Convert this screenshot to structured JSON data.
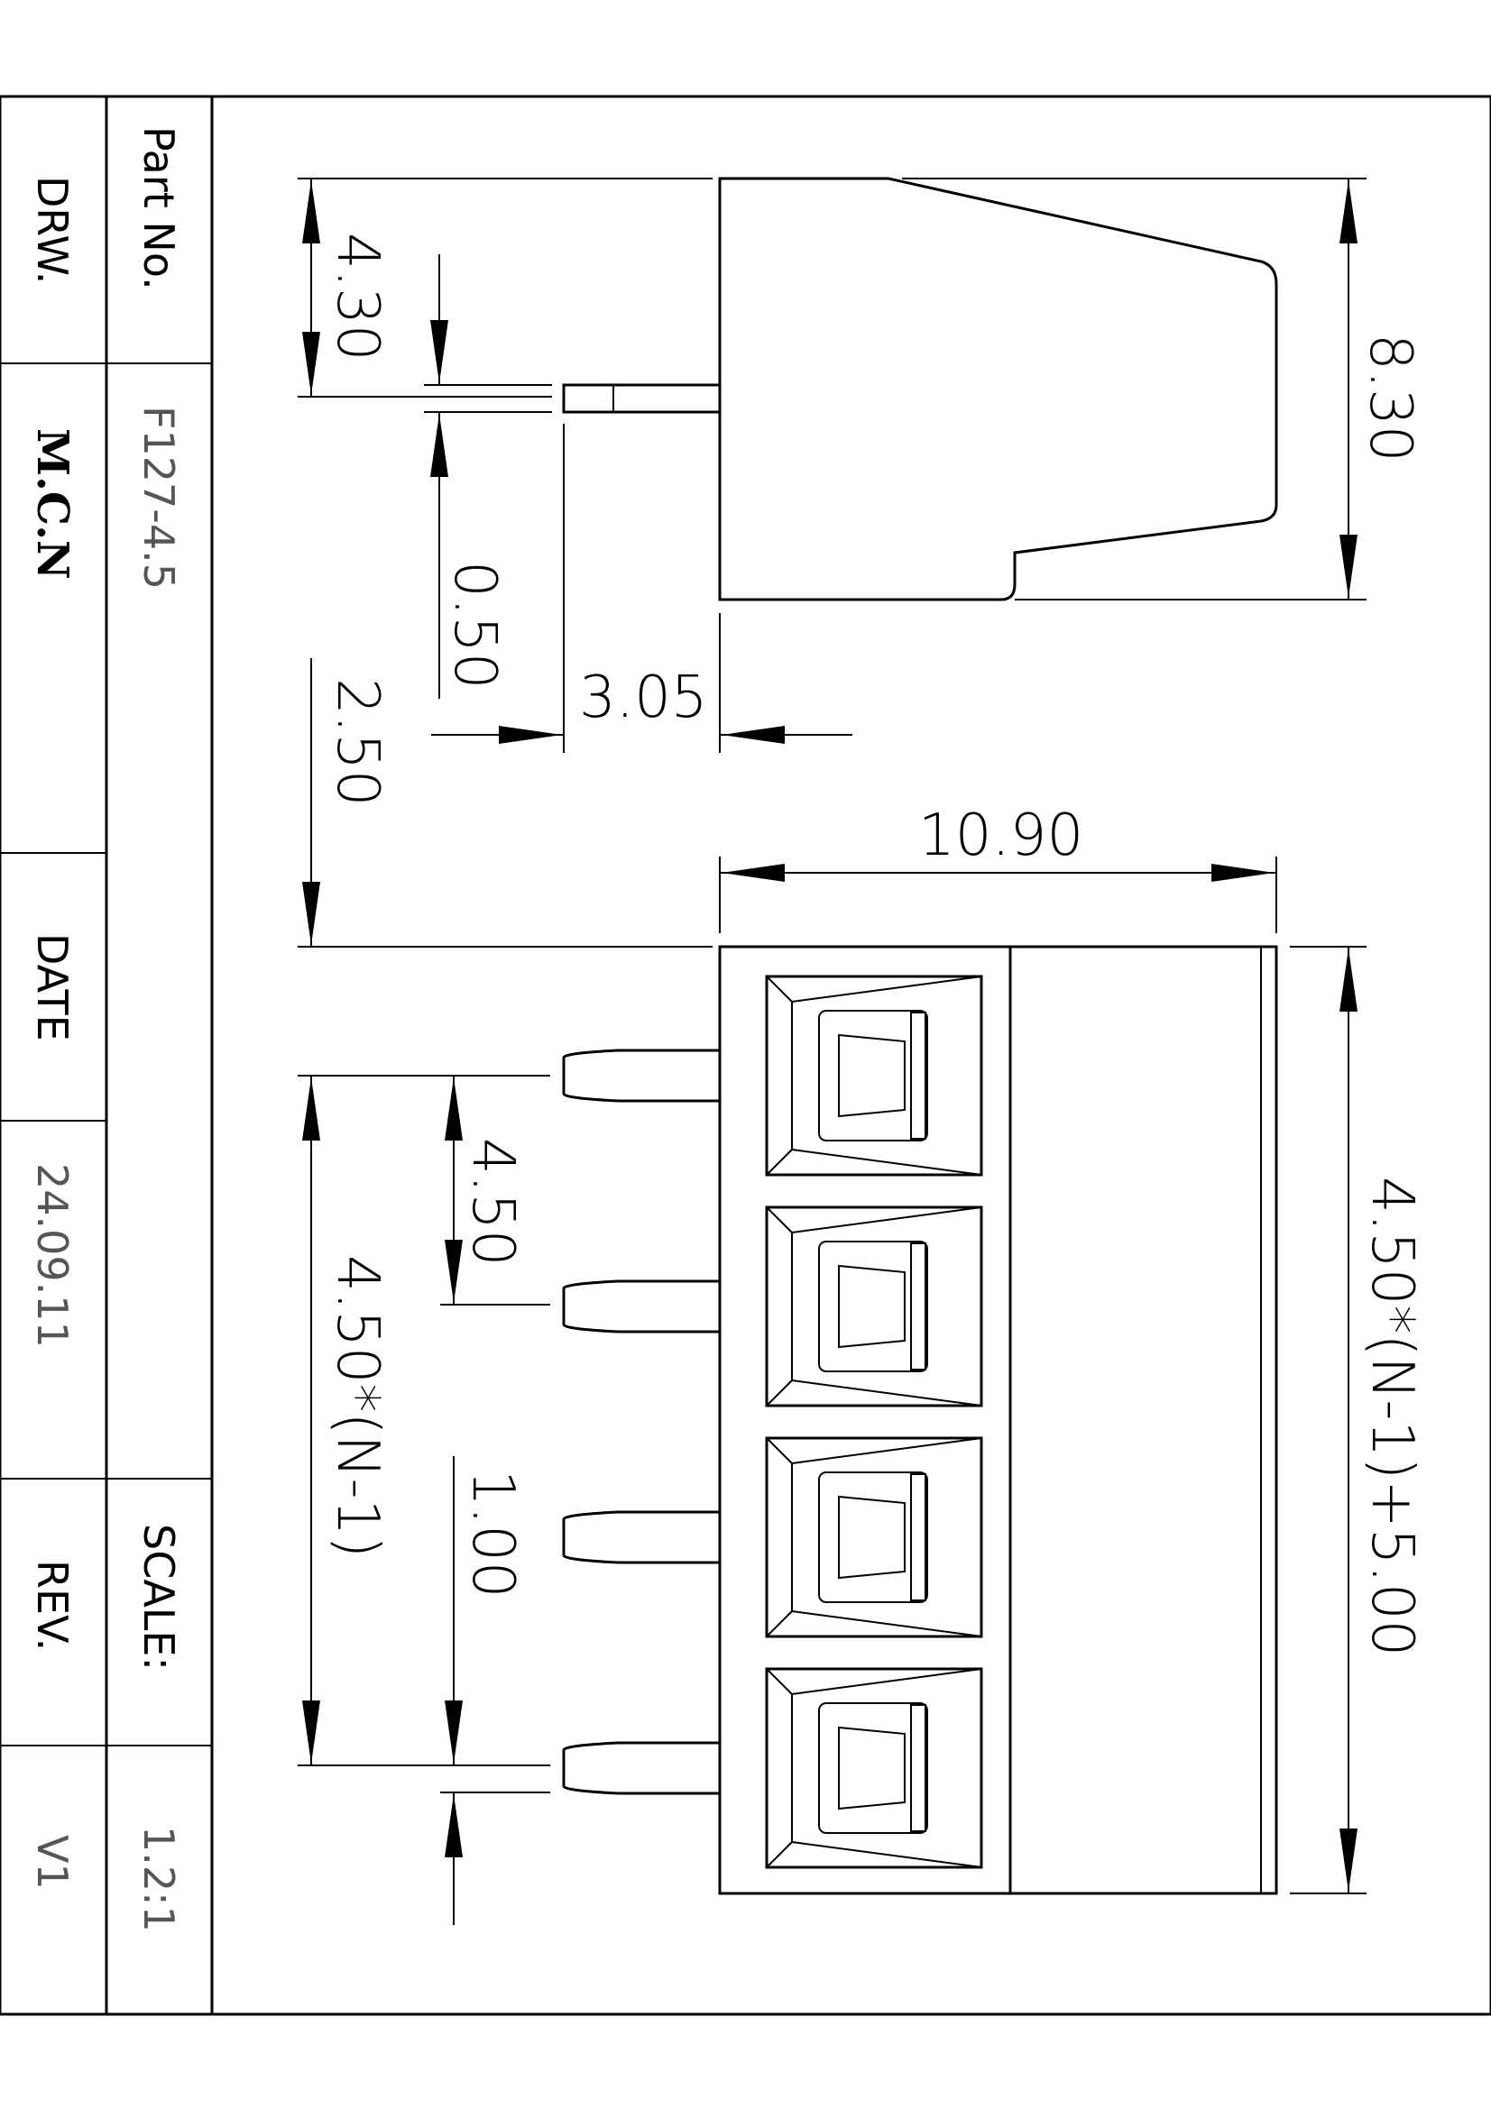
{
  "title_block": {
    "part_no_label": "Part No.",
    "part_no_value": "F127-4.5",
    "drawn_label": "DRW.",
    "drawn_value": "M.C.N",
    "date_label": "DATE",
    "date_value": "24.09.11",
    "scale_label": "SCALE:",
    "scale_value": "1.2:1",
    "rev_label": "REV.",
    "rev_value": "V1"
  },
  "dimensions": {
    "d_430": "4.30",
    "d_830": "8.30",
    "d_050": "0.50",
    "d_305": "3.05",
    "d_250": "2.50",
    "d_1090": "10.90",
    "d_450": "4.50",
    "d_450n": "4.50*(N-1)",
    "d_100": "1.00",
    "d_total": "4.50*(N-1)+5.00"
  },
  "pole_count": 4
}
